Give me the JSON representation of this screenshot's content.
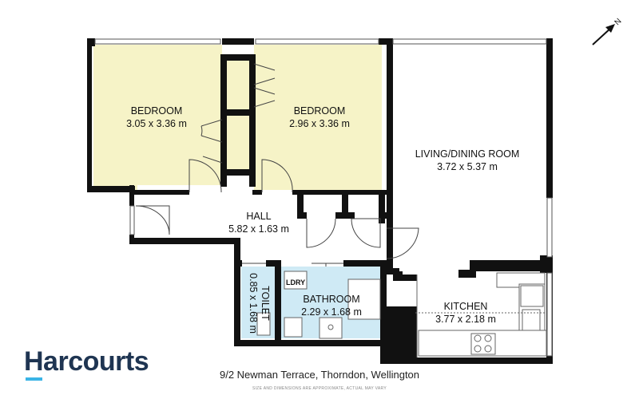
{
  "rooms": {
    "bedroom1": {
      "name": "BEDROOM",
      "dims": "3.05 x 3.36 m"
    },
    "bedroom2": {
      "name": "BEDROOM",
      "dims": "2.96 x 3.36 m"
    },
    "living": {
      "name": "LIVING/DINING ROOM",
      "dims": "3.72 x 5.37 m"
    },
    "hall": {
      "name": "HALL",
      "dims": "5.82 x 1.63 m"
    },
    "toilet": {
      "name": "TOILET",
      "dims": "0.85 x 1.68 m"
    },
    "laundry": {
      "name": "LDRY"
    },
    "bathroom": {
      "name": "BATHROOM",
      "dims": "2.29 x 1.68 m"
    },
    "kitchen": {
      "name": "KITCHEN",
      "dims": "3.77 x 2.18 m"
    }
  },
  "compass": {
    "label": "N"
  },
  "brand": {
    "name": "Harcourts"
  },
  "address": "9/2 Newman Terrace, Thorndon, Wellington",
  "disclaimer": "SIZE AND DIMENSIONS ARE APPROXIMATE, ACTUAL MAY VARY",
  "colors": {
    "bedroom_fill": "#f6f3c7",
    "wet_area_fill": "#cfeaf5",
    "wall": "#111111",
    "brand_text": "#1f3552",
    "brand_accent": "#3ab4e6"
  }
}
